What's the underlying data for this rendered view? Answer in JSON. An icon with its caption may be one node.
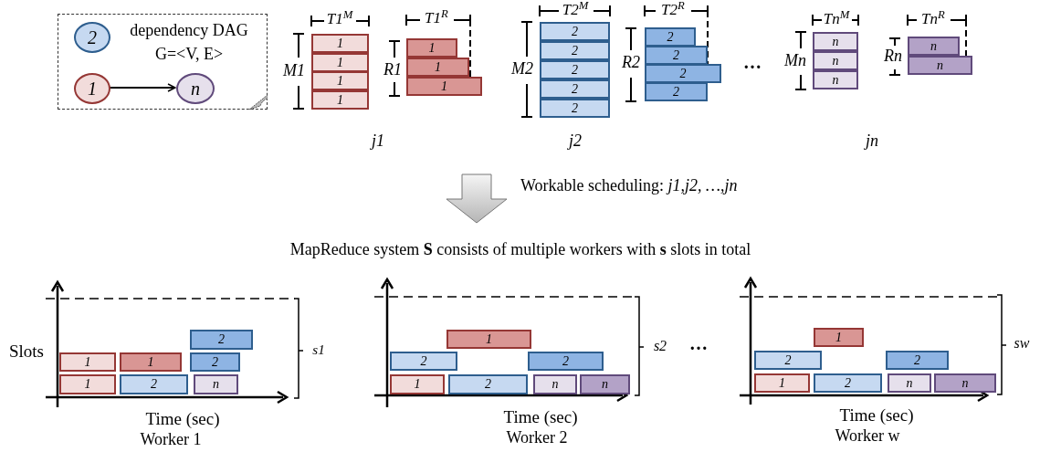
{
  "diagram": {
    "nodes": [
      {
        "text": [
          "dependency DAG G=<V, E>"
        ]
      },
      {
        "text": [
          "2"
        ],
        "in": 0
      },
      {
        "text": [
          "1"
        ],
        "in": 0
      },
      {
        "text": [
          "n"
        ],
        "in": 0
      },
      {
        "text": [
          "1"
        ]
      },
      {
        "text": [
          "1"
        ]
      },
      {
        "text": [
          "1"
        ]
      },
      {
        "text": [
          "1"
        ]
      },
      {
        "text": [
          "1"
        ]
      },
      {
        "text": [
          "1"
        ]
      },
      {
        "text": [
          "1"
        ]
      },
      {
        "text": [
          "2"
        ]
      },
      {
        "text": [
          "2"
        ]
      },
      {
        "text": [
          "2"
        ]
      },
      {
        "text": [
          "2"
        ]
      },
      {
        "text": [
          "2"
        ]
      },
      {
        "text": [
          "2"
        ]
      },
      {
        "text": [
          "2"
        ]
      },
      {
        "text": [
          "2"
        ]
      },
      {
        "text": [
          "2"
        ]
      },
      {
        "text": [
          "n"
        ]
      },
      {
        "text": [
          "n"
        ]
      },
      {
        "text": [
          "n"
        ]
      },
      {
        "text": [
          "n"
        ]
      },
      {
        "text": [
          "n"
        ]
      },
      {
        "text": [
          "2"
        ]
      },
      {
        "text": [
          "1"
        ]
      },
      {
        "text": [
          "1"
        ]
      },
      {
        "text": [
          "2"
        ]
      },
      {
        "text": [
          "1"
        ]
      },
      {
        "text": [
          "2"
        ]
      },
      {
        "text": [
          "n"
        ]
      },
      {
        "text": [
          "1"
        ]
      },
      {
        "text": [
          "2"
        ]
      },
      {
        "text": [
          "2"
        ]
      },
      {
        "text": [
          "1"
        ]
      },
      {
        "text": [
          "2"
        ]
      },
      {
        "text": [
          "n"
        ]
      },
      {
        "text": [
          "n"
        ]
      },
      {
        "text": [
          "1"
        ]
      },
      {
        "text": [
          "2"
        ]
      },
      {
        "text": [
          "2"
        ]
      },
      {
        "text": [
          "1"
        ]
      },
      {
        "text": [
          "2"
        ]
      },
      {
        "text": [
          "n"
        ]
      },
      {
        "text": [
          "n"
        ]
      }
    ],
    "edges": [
      {
        "from": 2,
        "to": 3,
        "arrow": "to"
      }
    ],
    "labels": [
      "T1$^{M}$",
      "T1$^{R}$",
      "M1",
      "R1",
      "T2$^{M}$",
      "T2$^{R}$",
      "M2",
      "R2",
      "…",
      "Tn$^{M}$",
      "Tn$^{R}$",
      "Mn",
      "Rn",
      "j1",
      "j2",
      "jn",
      "Workable scheduling: *j1,j2, …,jn*",
      "MapReduce system **S** consists of multiple workers with **s** slots in total",
      "Slots",
      "s1",
      "Time (sec)",
      "Worker 1",
      "s2",
      "Time (sec)",
      "Worker 2",
      "…",
      "sw",
      "Time (sec)",
      "Worker w"
    ]
  }
}
